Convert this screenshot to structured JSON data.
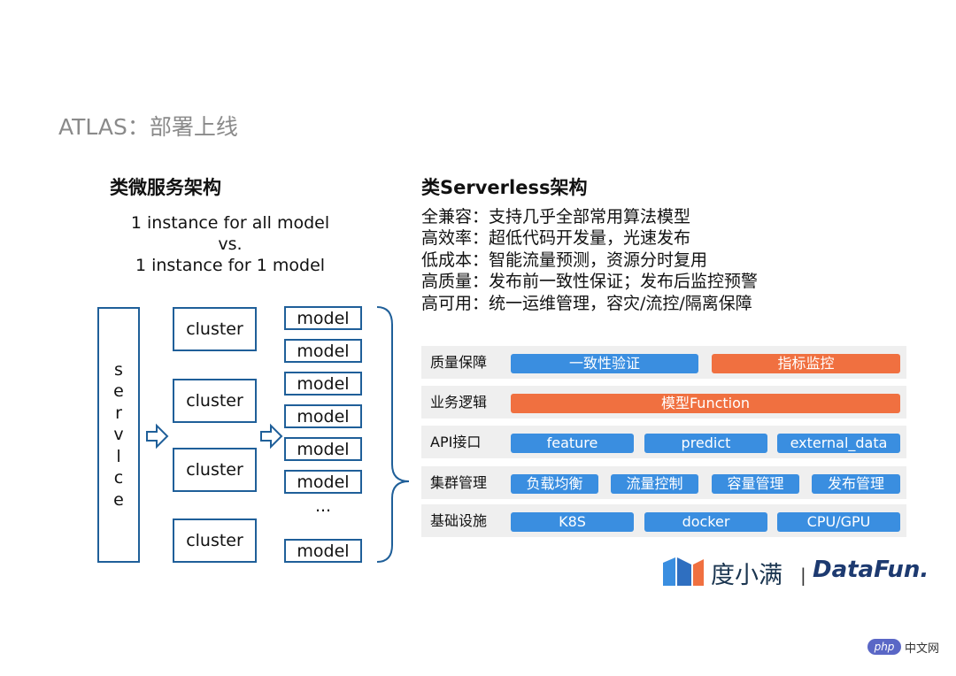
{
  "slide": {
    "title": "ATLAS：部署上线"
  },
  "left": {
    "title": "类微服务架构",
    "compare": [
      "1 instance for all model",
      "vs.",
      "1 instance for 1 model"
    ],
    "service_letters": [
      "s",
      "e",
      "r",
      "v",
      "l",
      "c",
      "e"
    ],
    "clusters": [
      "cluster",
      "cluster",
      "cluster",
      "cluster"
    ],
    "models": [
      "model",
      "model",
      "model",
      "model",
      "model",
      "model",
      "model"
    ],
    "dots": "..."
  },
  "right": {
    "title": "类Serverless架构",
    "features": [
      "全兼容：支持几乎全部常用算法模型",
      "高效率：超低代码开发量，光速发布",
      "低成本：智能流量预测，资源分时复用",
      "高质量：发布前一致性保证；发布后监控预警",
      "高可用：统一运维管理，容灾/流控/隔离保障"
    ],
    "rows": [
      {
        "label": "质量保障",
        "items": [
          "一致性验证",
          "指标监控"
        ]
      },
      {
        "label": "业务逻辑",
        "items": [
          "模型Function"
        ]
      },
      {
        "label": "API接口",
        "items": [
          "feature",
          "predict",
          "external_data"
        ]
      },
      {
        "label": "集群管理",
        "items": [
          "负载均衡",
          "流量控制",
          "容量管理",
          "发布管理"
        ]
      },
      {
        "label": "基础设施",
        "items": [
          "K8S",
          "docker",
          "CPU/GPU"
        ]
      }
    ]
  },
  "colors": {
    "blue": "#3a8ee0",
    "orange": "#f07040",
    "box_border": "#1f5f99"
  },
  "logos": {
    "duxiaoman": "度小满",
    "divider": "|",
    "datafun": "DataFun."
  },
  "watermark": {
    "badge": "php",
    "text": "中文网"
  }
}
